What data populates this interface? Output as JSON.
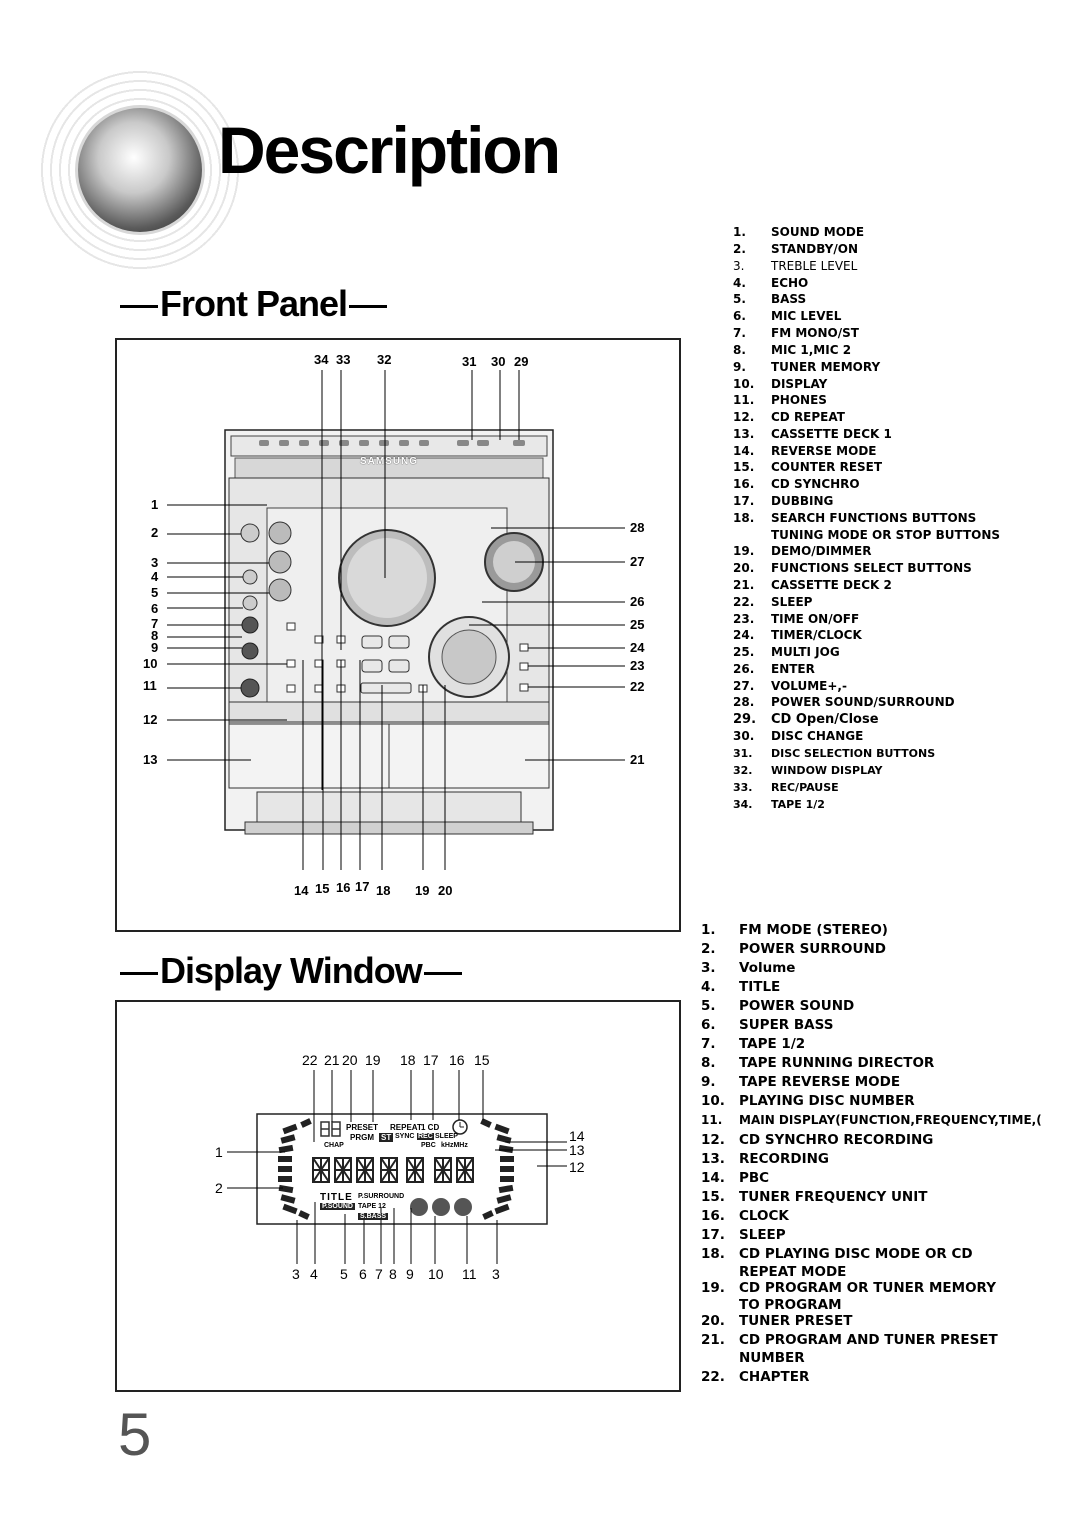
{
  "page": {
    "title": "Description",
    "page_number": "5",
    "brand": "SAMSUNG"
  },
  "front_panel": {
    "heading": "Front Panel",
    "top_callouts": [
      "34",
      "33",
      "32",
      "31",
      "30",
      "29"
    ],
    "bottom_callouts": [
      "14",
      "15",
      "16",
      "17",
      "18",
      "19",
      "20"
    ],
    "left_callouts": [
      "1",
      "2",
      "3",
      "4",
      "5",
      "6",
      "7",
      "8",
      "9",
      "10",
      "11",
      "12",
      "13"
    ],
    "right_callouts": [
      "28",
      "27",
      "26",
      "25",
      "24",
      "23",
      "22",
      "21"
    ],
    "legend": [
      {
        "n": "1.",
        "label": "SOUND MODE"
      },
      {
        "n": "2.",
        "label": "STANDBY/ON"
      },
      {
        "n": "3.",
        "label": "TREBLE LEVEL"
      },
      {
        "n": "4.",
        "label": "ECHO"
      },
      {
        "n": "5.",
        "label": "BASS"
      },
      {
        "n": "6.",
        "label": "MIC LEVEL"
      },
      {
        "n": "7.",
        "label": "FM MONO/ST"
      },
      {
        "n": "8.",
        "label": "MIC 1,MIC 2"
      },
      {
        "n": "9.",
        "label": "TUNER MEMORY"
      },
      {
        "n": "10.",
        "label": "DISPLAY"
      },
      {
        "n": "11.",
        "label": "PHONES"
      },
      {
        "n": "12.",
        "label": "CD REPEAT"
      },
      {
        "n": "13.",
        "label": "CASSETTE DECK 1"
      },
      {
        "n": "14.",
        "label": "REVERSE MODE"
      },
      {
        "n": "15.",
        "label": "COUNTER RESET"
      },
      {
        "n": "16.",
        "label": "CD SYNCHRO"
      },
      {
        "n": "17.",
        "label": "DUBBING"
      },
      {
        "n": "18.",
        "label": "SEARCH FUNCTIONS BUTTONS"
      },
      {
        "n": "",
        "label": "TUNING MODE OR STOP BUTTONS"
      },
      {
        "n": "19.",
        "label": "DEMO/DIMMER"
      },
      {
        "n": "20.",
        "label": "FUNCTIONS SELECT BUTTONS"
      },
      {
        "n": "21.",
        "label": "CASSETTE DECK 2"
      },
      {
        "n": "22.",
        "label": "SLEEP"
      },
      {
        "n": "23.",
        "label": "TIME ON/OFF"
      },
      {
        "n": "24.",
        "label": "TIMER/CLOCK"
      },
      {
        "n": "25.",
        "label": "MULTI JOG"
      },
      {
        "n": "26.",
        "label": "ENTER"
      },
      {
        "n": "27.",
        "label": "VOLUME+,-"
      },
      {
        "n": "28.",
        "label": "POWER SOUND/SURROUND"
      },
      {
        "n": "29.",
        "label": "CD Open/Close"
      },
      {
        "n": "30.",
        "label": "DISC CHANGE"
      },
      {
        "n": "31.",
        "label": "DISC SELECTION BUTTONS"
      },
      {
        "n": "32.",
        "label": "WINDOW DISPLAY"
      },
      {
        "n": "33.",
        "label": "REC/PAUSE"
      },
      {
        "n": "34.",
        "label": "TAPE 1/2"
      }
    ]
  },
  "display_window": {
    "heading": "Display Window",
    "top_callouts": [
      "22",
      "21",
      "20",
      "19",
      "18",
      "17",
      "16",
      "15"
    ],
    "bottom_callouts": [
      "3",
      "4",
      "5",
      "6",
      "7",
      "8",
      "9",
      "10",
      "11",
      "3"
    ],
    "left_callouts": [
      "1",
      "2"
    ],
    "right_callouts": [
      "14",
      "13",
      "12"
    ],
    "screen_text": {
      "preset": "PRESET",
      "prgm": "PRGM",
      "chap": "CHAP",
      "repeat": "REPEAT",
      "one_cd": "1 CD",
      "st": "ST",
      "sync": "SYNC",
      "rec": "REC",
      "sleep": "SLEEP",
      "pbc": "PBC",
      "khzmhz": "kHzMHz",
      "title": "TITLE",
      "p_surround": "P.SURROUND",
      "p_sound": "P.SOUND",
      "tape12": "TAPE 12",
      "s_bass": "S.BASS"
    },
    "legend": [
      {
        "n": "1.",
        "label": "FM MODE (STEREO)"
      },
      {
        "n": "2.",
        "label": "POWER SURROUND"
      },
      {
        "n": "3.",
        "label": "Volume"
      },
      {
        "n": "4.",
        "label": "TITLE"
      },
      {
        "n": "5.",
        "label": "POWER SOUND"
      },
      {
        "n": "6.",
        "label": "SUPER BASS"
      },
      {
        "n": "7.",
        "label": "TAPE 1/2"
      },
      {
        "n": "8.",
        "label": "TAPE RUNNING DIRECTOR"
      },
      {
        "n": "9.",
        "label": "TAPE REVERSE MODE"
      },
      {
        "n": "10.",
        "label": "PLAYING DISC NUMBER"
      },
      {
        "n": "11.",
        "label": "MAIN DISPLAY(FUNCTION,FREQUENCY,TIME,("
      },
      {
        "n": "12.",
        "label": "CD SYNCHRO RECORDING"
      },
      {
        "n": "13.",
        "label": "RECORDING"
      },
      {
        "n": "14.",
        "label": "PBC"
      },
      {
        "n": "15.",
        "label": "TUNER FREQUENCY UNIT"
      },
      {
        "n": "16.",
        "label": "CLOCK"
      },
      {
        "n": "17.",
        "label": "SLEEP"
      },
      {
        "n": "18.",
        "label": "CD PLAYING DISC MODE OR CD"
      },
      {
        "n": "",
        "label": "REPEAT MODE"
      },
      {
        "n": "19.",
        "label": "CD PROGRAM OR TUNER MEMORY"
      },
      {
        "n": "",
        "label": "TO PROGRAM"
      },
      {
        "n": "20.",
        "label": "TUNER PRESET"
      },
      {
        "n": "21.",
        "label": "CD PROGRAM AND TUNER PRESET"
      },
      {
        "n": "",
        "label": "NUMBER"
      },
      {
        "n": "22.",
        "label": "CHAPTER"
      }
    ]
  }
}
